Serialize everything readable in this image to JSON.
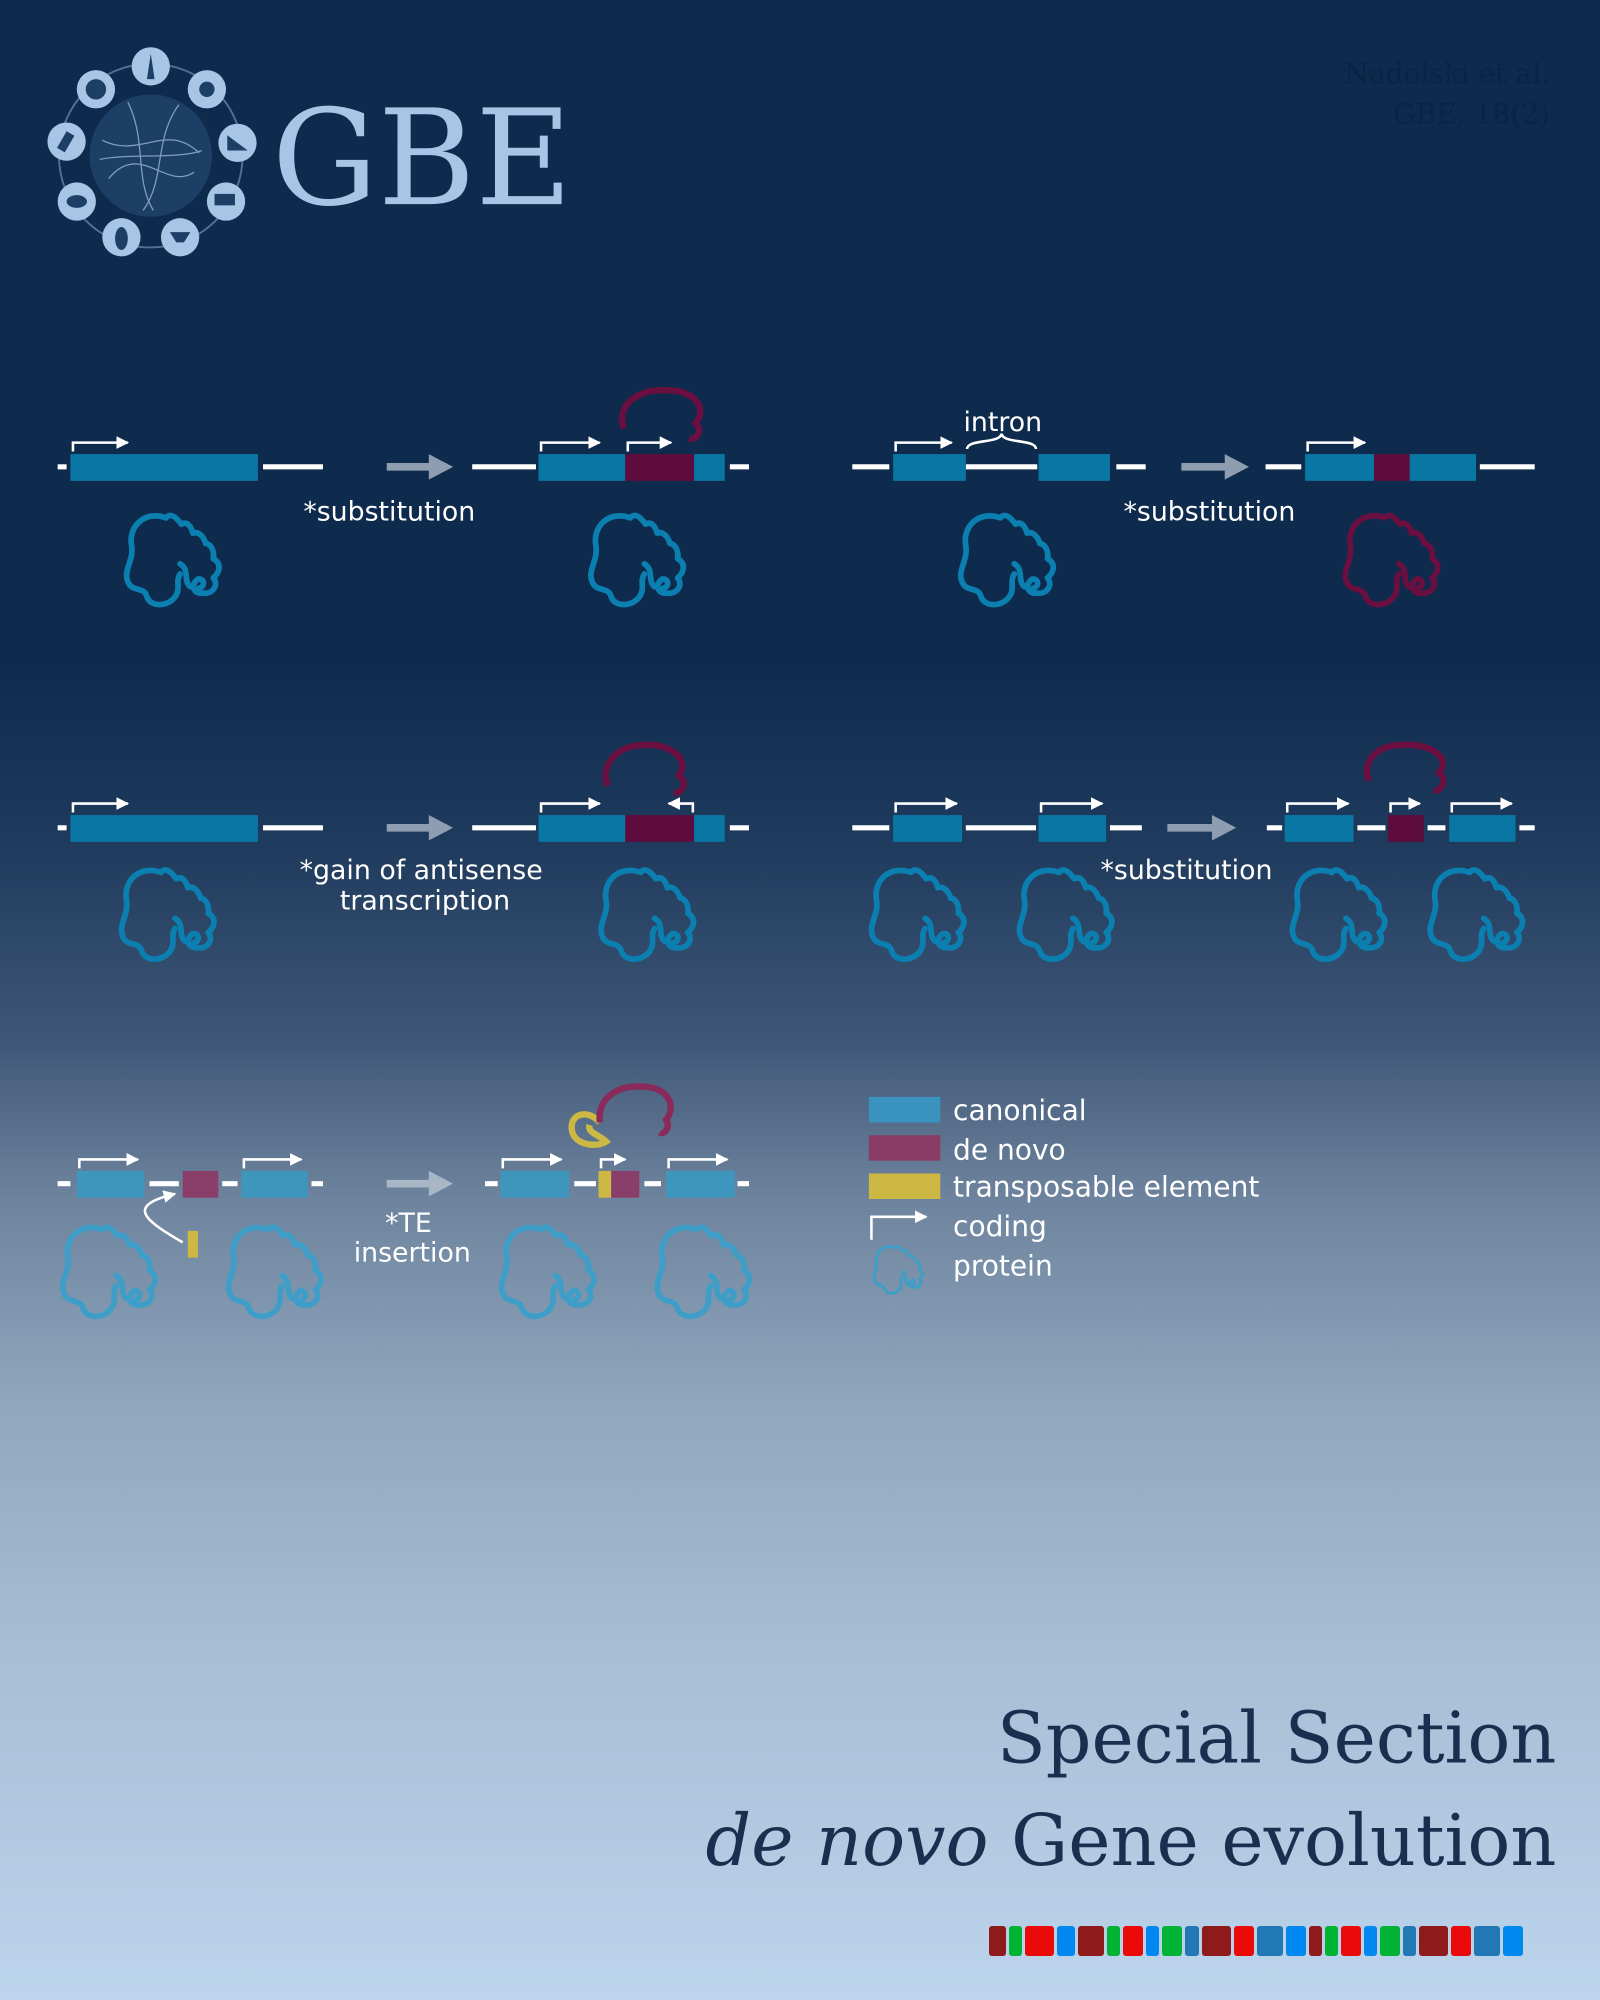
{
  "header": {
    "journal_logo_text": "GBE",
    "citation_line1": "Nadolski et al.",
    "citation_line2": "GBE, 18(2)"
  },
  "panels": {
    "substitution_1": {
      "label": "*substitution"
    },
    "intron_substitution": {
      "intron_label": "intron",
      "label": "*substitution"
    },
    "antisense": {
      "label_line1": "*gain of antisense",
      "label_line2": "transcription"
    },
    "substitution_2": {
      "label": "*substitution"
    },
    "te_insertion": {
      "label_line1": "*TE",
      "label_line2": "insertion"
    }
  },
  "legend": {
    "items": [
      {
        "label": "canonical",
        "color": "#3a93bf"
      },
      {
        "label": "de novo",
        "color": "#8a3c66"
      },
      {
        "label": "transposable element",
        "color": "#cdb843"
      },
      {
        "label": "coding"
      },
      {
        "label": "protein"
      }
    ]
  },
  "title": {
    "line1": "Special Section",
    "line2_italic": "de novo",
    "line2_rest": " Gene evolution"
  },
  "colors": {
    "canonical_dark": "#0a76a3",
    "de_novo_dark": "#5e0c3e",
    "title": "#1a2e50"
  },
  "colorbar": [
    "#8e1a1c",
    "#00b334",
    "#ea0a0a",
    "#0088f0",
    "#8e1a1c",
    "#00b334",
    "#ea0a0a",
    "#0088f0",
    "#00b334",
    "#2277b5",
    "#8e1a1c",
    "#ea0a0a",
    "#2277b5",
    "#0088f0",
    "#8e1a1c",
    "#00b334",
    "#ea0a0a",
    "#0088f0",
    "#00b334",
    "#2277b5",
    "#8e1a1c",
    "#ea0a0a",
    "#2277b5",
    "#0088f0"
  ]
}
